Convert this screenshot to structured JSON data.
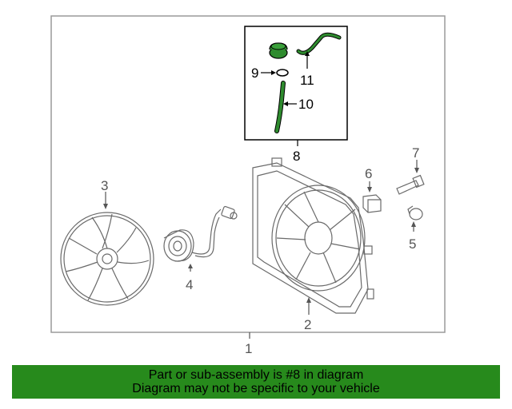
{
  "callouts": {
    "c1": "1",
    "c2": "2",
    "c3": "3",
    "c4": "4",
    "c5": "5",
    "c6": "6",
    "c7": "7",
    "c8": "8",
    "c9": "9",
    "c10": "10",
    "c11": "11"
  },
  "banner": {
    "line1": "Part or sub-assembly is #8 in diagram",
    "line2": "Diagram may not be specific to your vehicle",
    "color": "#278a1c"
  },
  "colors": {
    "highlight_part": "#2e8b2e",
    "line_art": "#6a6a6a",
    "frame": "#9a9a9a",
    "background": "#ffffff"
  }
}
